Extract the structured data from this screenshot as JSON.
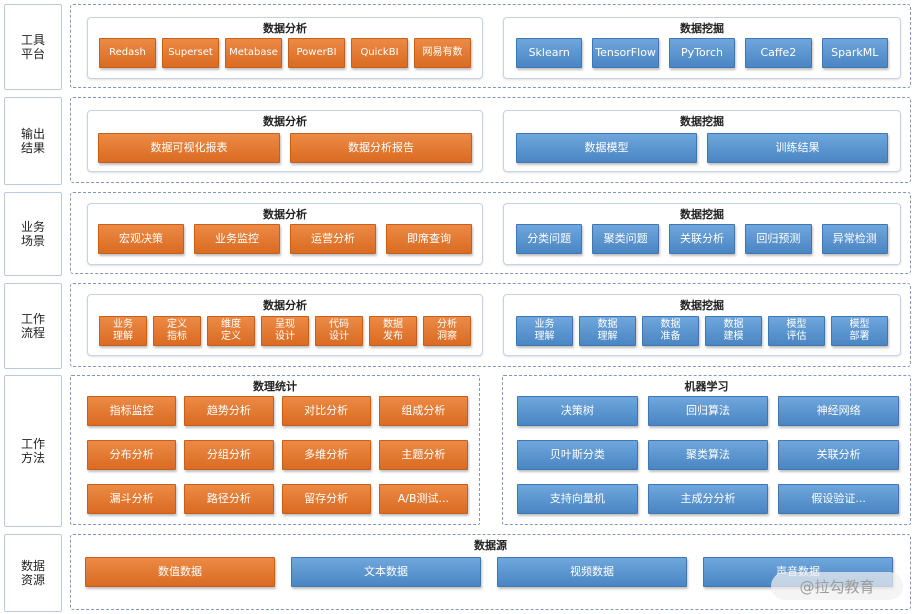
{
  "rows": {
    "tools": {
      "label": "工具\n平台",
      "left": {
        "title": "数据分析",
        "items": [
          "Redash",
          "Superset",
          "Metabase",
          "PowerBI",
          "QuickBI",
          "网易有数"
        ]
      },
      "right": {
        "title": "数据挖掘",
        "items": [
          "Sklearn",
          "TensorFlow",
          "PyTorch",
          "Caffe2",
          "SparkML"
        ]
      }
    },
    "output": {
      "label": "输出\n结果",
      "left": {
        "title": "数据分析",
        "items": [
          "数据可视化报表",
          "数据分析报告"
        ]
      },
      "right": {
        "title": "数据挖掘",
        "items": [
          "数据模型",
          "训练结果"
        ]
      }
    },
    "scenario": {
      "label": "业务\n场景",
      "left": {
        "title": "数据分析",
        "items": [
          "宏观决策",
          "业务监控",
          "运营分析",
          "即席查询"
        ]
      },
      "right": {
        "title": "数据挖掘",
        "items": [
          "分类问题",
          "聚类问题",
          "关联分析",
          "回归预测",
          "异常检测"
        ]
      }
    },
    "process": {
      "label": "工作\n流程",
      "left": {
        "title": "数据分析",
        "items": [
          "业务\n理解",
          "定义\n指标",
          "维度\n定义",
          "呈现\n设计",
          "代码\n设计",
          "数据\n发布",
          "分析\n洞察"
        ]
      },
      "right": {
        "title": "数据挖掘",
        "items": [
          "业务\n理解",
          "数据\n理解",
          "数据\n准备",
          "数据\n建模",
          "模型\n评估",
          "模型\n部署"
        ]
      }
    },
    "method": {
      "label": "工作\n方法",
      "left": {
        "title": "数理统计",
        "items": [
          "指标监控",
          "趋势分析",
          "对比分析",
          "组成分析",
          "分布分析",
          "分组分析",
          "多维分析",
          "主题分析",
          "漏斗分析",
          "路径分析",
          "留存分析",
          "A/B测试..."
        ]
      },
      "right": {
        "title": "机器学习",
        "items": [
          "决策树",
          "回归算法",
          "神经网络",
          "贝叶斯分类",
          "聚类算法",
          "关联分析",
          "支持向量机",
          "主成分分析",
          "假设验证..."
        ]
      }
    },
    "source": {
      "label": "数据\n资源",
      "title": "数据源",
      "items": [
        "数值数据",
        "文本数据",
        "视频数据",
        "声音数据"
      ]
    }
  },
  "watermark": "@拉勾教育",
  "colors": {
    "orange": "#e07a33",
    "blue": "#5b97d2",
    "border": "#7f98bf"
  }
}
